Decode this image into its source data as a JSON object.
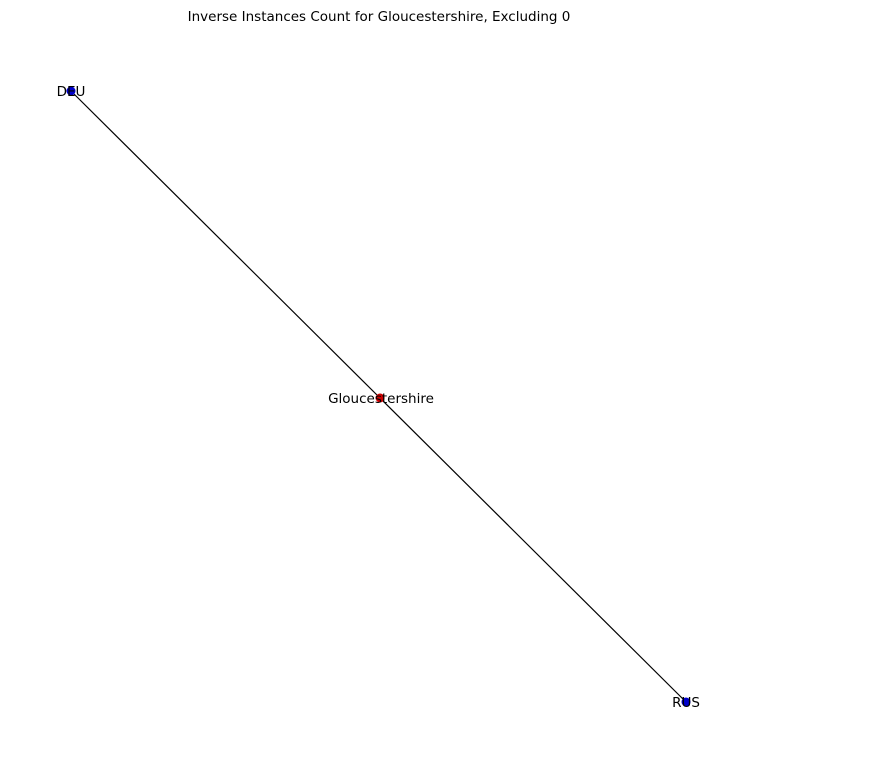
{
  "figure": {
    "title": "Inverse Instances Count for Gloucestershire, Excluding 0"
  },
  "graph": {
    "nodes": [
      {
        "id": "gloucestershire",
        "label": "Gloucestershire",
        "color": "#cc0000"
      },
      {
        "id": "deu",
        "label": "DEU",
        "color": "#0000cc"
      },
      {
        "id": "rus",
        "label": "RUS",
        "color": "#0000cc"
      }
    ],
    "edges": [
      {
        "source": "deu",
        "target": "gloucestershire"
      },
      {
        "source": "gloucestershire",
        "target": "rus"
      }
    ],
    "edge_color": "#000000"
  }
}
